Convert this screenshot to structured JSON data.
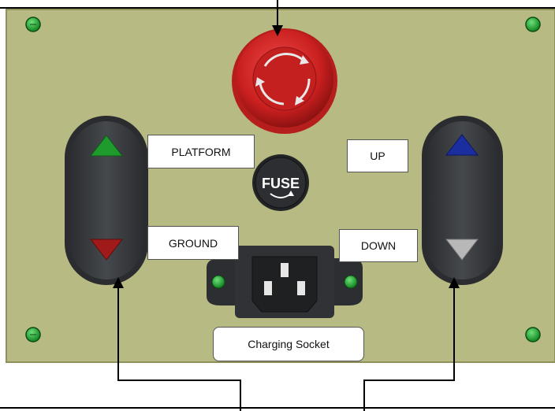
{
  "labels": {
    "platform": "PLATFORM",
    "ground": "GROUND",
    "up": "UP",
    "down": "DOWN",
    "charging_socket": "Charging Socket",
    "fuse": "FUSE"
  },
  "colors": {
    "panel": "#b7ba82",
    "panel_edge": "#8e915c",
    "estop_red": "#d62a2a",
    "switch_body": "#3b3d40",
    "arrow_green": "#1f9a2c",
    "arrow_red": "#a11a1a",
    "arrow_blue": "#1b2ea0",
    "arrow_gray": "#b8b8b8",
    "screw_green": "#22b033"
  },
  "icons": [
    "screw-icon",
    "emergency-stop-icon",
    "fuse-icon",
    "arrow-up-icon",
    "arrow-down-icon",
    "power-socket-icon"
  ]
}
